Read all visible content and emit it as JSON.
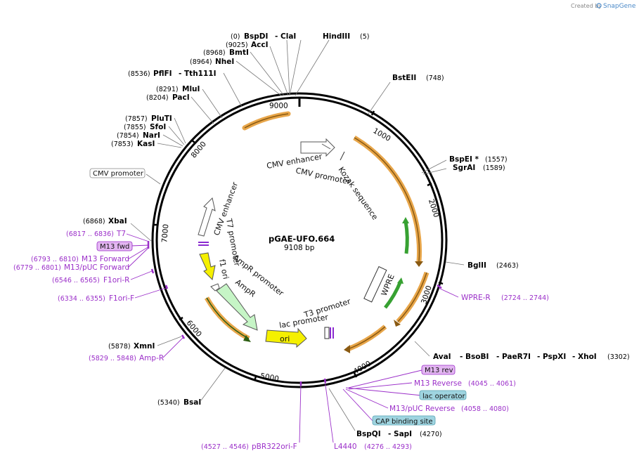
{
  "branding": {
    "created_by": "Created by",
    "product": "SnapGene"
  },
  "plasmid": {
    "name": "pGAE-UFO.664",
    "length": "9108 bp"
  },
  "ticks": [
    "1000",
    "2000",
    "3000",
    "4000",
    "5000",
    "6000",
    "7000",
    "8000",
    "9000"
  ],
  "sites": {
    "bspdi_pos": "(0)",
    "bspdi": "BspDI",
    "clai": "- ClaI",
    "hindiii": "HindIII",
    "hindiii_pos": "(5)",
    "acci_pos": "(9025)",
    "acci": "AccI",
    "bmti_pos": "(8968)",
    "bmti": "BmtI",
    "nhei_pos": "(8964)",
    "nhei": "NheI",
    "pflfi_pos": "(8536)",
    "pflfi": "PflFI",
    "tth": "- Tth111I",
    "mlui_pos": "(8291)",
    "mlui": "MluI",
    "paci_pos": "(8204)",
    "paci": "PacI",
    "pluti_pos": "(7857)",
    "pluti": "PluTI",
    "sfoi_pos": "(7855)",
    "sfoi": "SfoI",
    "nari_pos": "(7854)",
    "nari": "NarI",
    "kasi_pos": "(7853)",
    "kasi": "KasI",
    "xbai_pos": "(6868)",
    "xbai": "XbaI",
    "xmni_pos": "(5878)",
    "xmni": "XmnI",
    "bsai_pos": "(5340)",
    "bsai": "BsaI",
    "bsteii": "BstEII",
    "bsteii_pos": "(748)",
    "bspei": "BspEI *",
    "bspei_pos": "(1557)",
    "sgrai": "SgrAI",
    "sgrai_pos": "(1589)",
    "bglii": "BglII",
    "bglii_pos": "(2463)",
    "avai": "AvaI",
    "bsobi": "- BsoBI",
    "paer7i": "- PaeR7I",
    "pspxi": "- PspXI",
    "xhoi": "- XhoI",
    "xhoi_pos": "(3302)",
    "bspqi": "BspQI",
    "sapi": "- SapI",
    "sapi_pos": "(4270)"
  },
  "primers": {
    "t7_pos": "(6817 .. 6836)",
    "t7": "T7",
    "m13fwd_box": "M13 fwd",
    "m13forward_pos": "(6793 .. 6810)",
    "m13forward": "M13 Forward",
    "m13puc_fwd_pos": "(6779 .. 6801)",
    "m13puc_fwd": "M13/pUC Forward",
    "f1orir_pos": "(6546 .. 6565)",
    "f1orir": "F1ori-R",
    "f1orif_pos": "(6334 .. 6355)",
    "f1orif": "F1ori-F",
    "ampr_pos": "(5829 .. 5848)",
    "ampr": "Amp-R",
    "pbr_pos": "(4527 .. 4546)",
    "pbr": "pBR322ori-F",
    "l4440": "L4440",
    "l4440_pos": "(4276 .. 4293)",
    "wprer": "WPRE-R",
    "wprer_pos": "(2724 .. 2744)",
    "m13rev_box": "M13 rev",
    "m13reverse": "M13 Reverse",
    "m13reverse_pos": "(4045 .. 4061)",
    "lacop_box": "lac operator",
    "m13puc_rev": "M13/pUC Reverse",
    "m13puc_rev_pos": "(4058 .. 4080)",
    "cap_box": "CAP binding site",
    "cmv_box": "CMV promoter"
  },
  "features": {
    "cmv_enh_top": "CMV enhancer",
    "cmv_prom_top": "CMV promoter",
    "kozak": "Kozak sequence",
    "wpre": "WPRE",
    "cmv_enh_left": "CMV enhancer",
    "t7_promoter": "T7 promoter",
    "f1_ori": "f1 ori",
    "ampr_promoter": "AmpR promoter",
    "ampr": "AmpR",
    "ori": "ori",
    "t3_promoter": "T3 promoter",
    "lac_promoter": "lac promoter"
  },
  "colors": {
    "backbone": "#000000",
    "orf_orange": "#e8a64a",
    "orf_green": "#37a132",
    "promoter_white": "#ffffff",
    "ori_yellow": "#f5f000",
    "ampr_green": "#c6f5c6",
    "primer_purple": "#9b2fc9",
    "m13_box": "#e3b6f2",
    "lac_box": "#9fd4e0"
  }
}
